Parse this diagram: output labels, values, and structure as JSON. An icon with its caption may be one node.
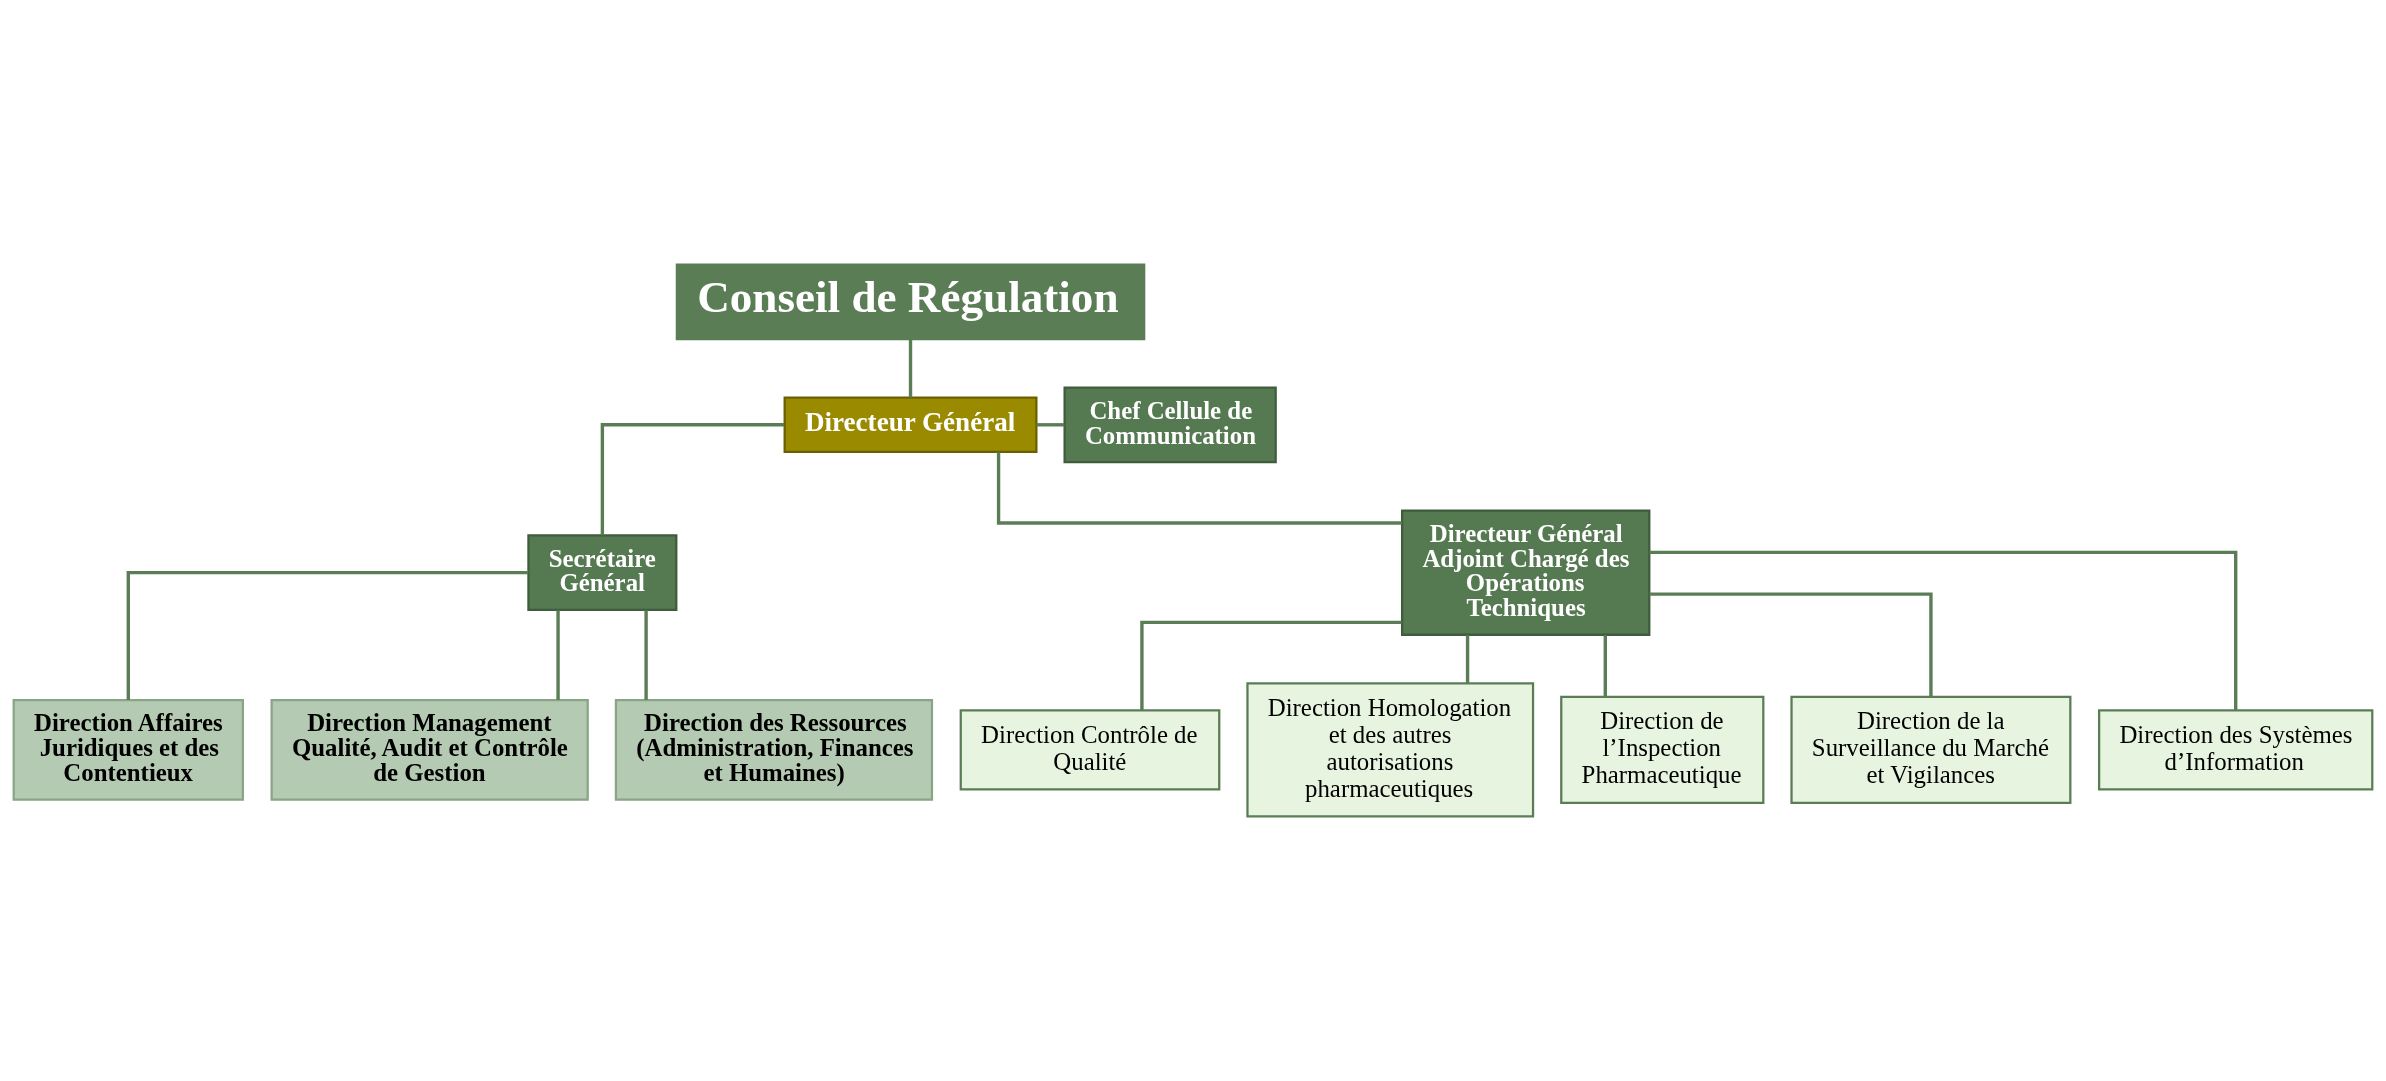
{
  "diagram": {
    "nodes": [
      {
        "text": [
          "Conseil de Régulation"
        ]
      },
      {
        "text": [
          "Directeur Général"
        ]
      },
      {
        "text": [
          "Chef Cellule de Communication"
        ]
      },
      {
        "text": [
          "Secrétaire Général"
        ]
      },
      {
        "text": [
          "Directeur Général Adjoint Chargé des Opérations Techniques"
        ]
      },
      {
        "text": [
          "Direction Affaires Juridiques et des Contentieux"
        ]
      },
      {
        "text": [
          "Direction Management Qualité, Audit et Contrôle de Gestion"
        ]
      },
      {
        "text": [
          "Direction des Ressources (Administration, Finances et Humaines)"
        ]
      },
      {
        "text": [
          "Direction Contrôle de Qualité"
        ]
      },
      {
        "text": [
          "Direction Homologation et des autres autorisations pharmaceutiques"
        ]
      },
      {
        "text": [
          "Direction de l’Inspection Pharmaceutique"
        ]
      },
      {
        "text": [
          "Direction de la Surveillance du Marché et Vigilances"
        ]
      },
      {
        "text": [
          "Direction des Systèmes d’Information"
        ]
      }
    ],
    "edges": [
      {
        "from": 0,
        "to": 1,
        "arrow": "none"
      },
      {
        "from": 1,
        "to": 2,
        "arrow": "none"
      },
      {
        "from": 1,
        "to": 3,
        "arrow": "none"
      },
      {
        "from": 1,
        "to": 4,
        "arrow": "none"
      },
      {
        "from": 3,
        "to": 5,
        "arrow": "none"
      },
      {
        "from": 3,
        "to": 6,
        "arrow": "none"
      },
      {
        "from": 3,
        "to": 7,
        "arrow": "none"
      },
      {
        "from": 4,
        "to": 8,
        "arrow": "none"
      },
      {
        "from": 4,
        "to": 9,
        "arrow": "none"
      },
      {
        "from": 4,
        "to": 10,
        "arrow": "none"
      },
      {
        "from": 4,
        "to": 11,
        "arrow": "none"
      },
      {
        "from": 4,
        "to": 12,
        "arrow": "none"
      }
    ]
  }
}
